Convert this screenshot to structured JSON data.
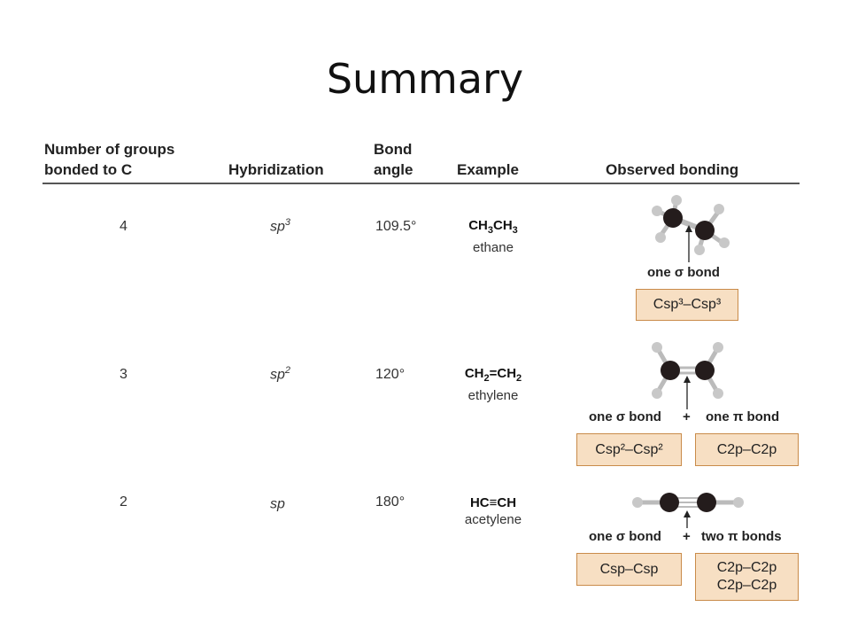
{
  "slide": {
    "title": "Summary"
  },
  "header": {
    "groups": [
      "Number of groups",
      "bonded to C"
    ],
    "hybridization": "Hybridization",
    "angle": [
      "Bond",
      "angle"
    ],
    "example": "Example",
    "observed": "Observed bonding"
  },
  "rows": [
    {
      "groups": "4",
      "hyb_base": "sp",
      "hyb_sup": "3",
      "angle": "109.5°",
      "formula_parts": [
        "CH",
        "3",
        "CH",
        "3"
      ],
      "name": "ethane",
      "bonding_label": "one σ bond",
      "box_text": "Csp³–Csp³"
    },
    {
      "groups": "3",
      "hyb_base": "sp",
      "hyb_sup": "2",
      "angle": "120°",
      "formula_parts": [
        "CH",
        "2",
        "=CH",
        "2"
      ],
      "name": "ethylene",
      "label_sigma": "one σ bond",
      "plus": "+",
      "label_pi": "one π bond",
      "box_sigma": "Csp²–Csp²",
      "box_pi": "C2p–C2p"
    },
    {
      "groups": "2",
      "hyb_base": "sp",
      "hyb_sup": "",
      "angle": "180°",
      "formula": "HC≡CH",
      "name": "acetylene",
      "label_sigma": "one σ bond",
      "plus": "+",
      "label_pi": "two π bonds",
      "box_sigma": "Csp–Csp",
      "box_pi_lines": [
        "C2p–C2p",
        "C2p–C2p"
      ]
    }
  ]
}
